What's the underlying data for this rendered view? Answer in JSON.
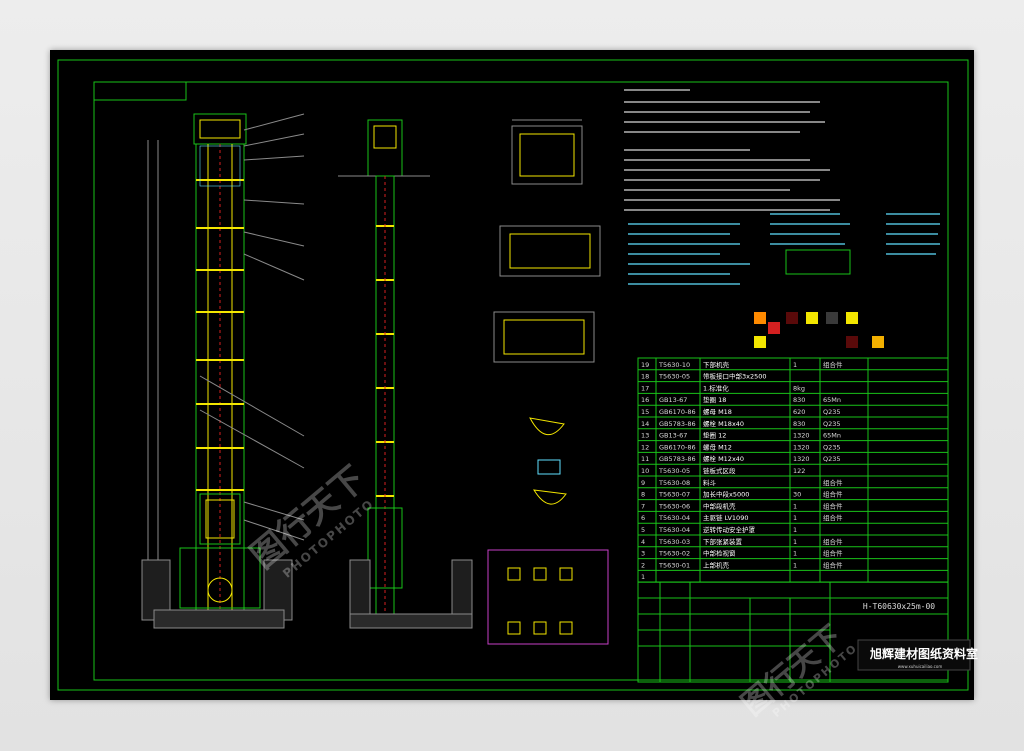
{
  "drawing": {
    "title_block_label": "旭辉建材图纸资料室",
    "drawing_number": "H-T60630x25m-00",
    "url_text": "www.xuhuicailiao.com"
  },
  "watermark": {
    "brand_cn": "图行天下",
    "brand_en": "PHOTOPHOTO"
  },
  "parts_table": {
    "rows": [
      [
        "19",
        "T5630-10",
        "下部机壳",
        "1",
        "组合件"
      ],
      [
        "18",
        "T5630-05",
        "带板接口中部3x2500",
        "",
        ""
      ],
      [
        "17",
        "",
        "1.标准化",
        "8kg",
        ""
      ],
      [
        "16",
        "GB13-67",
        "垫圈 18",
        "830",
        "65Mn"
      ],
      [
        "15",
        "GB6170-86",
        "螺母 M18",
        "620",
        "Q235"
      ],
      [
        "14",
        "GB5783-86",
        "螺栓 M18x40",
        "830",
        "Q235"
      ],
      [
        "13",
        "GB13-67",
        "垫圈 12",
        "1320",
        "65Mn"
      ],
      [
        "12",
        "GB6170-86",
        "螺母 M12",
        "1320",
        "Q235"
      ],
      [
        "11",
        "GB5783-86",
        "螺栓 M12x40",
        "1320",
        "Q235"
      ],
      [
        "10",
        "T5630-05",
        "链板式区段",
        "122",
        ""
      ],
      [
        "9",
        "T5630-08",
        "料斗",
        "",
        "组合件"
      ],
      [
        "8",
        "T5630-07",
        "加长中段x5000",
        "30",
        "组合件"
      ],
      [
        "7",
        "T5630-06",
        "中部段机壳",
        "1",
        "组合件"
      ],
      [
        "6",
        "T5630-04",
        "主驱链 LV1090",
        "1",
        "组合件"
      ],
      [
        "5",
        "T5630-04",
        "逆转传动安全护罩",
        "1",
        ""
      ],
      [
        "4",
        "T5630-03",
        "下部张紧装置",
        "1",
        "组合件"
      ],
      [
        "3",
        "T5630-02",
        "中部检视窗",
        "1",
        "组合件"
      ],
      [
        "2",
        "T5630-01",
        "上部机壳",
        "1",
        "组合件"
      ],
      [
        "1",
        "",
        "",
        "",
        ""
      ]
    ]
  },
  "colors": {
    "frame": "#19c219",
    "text_cyan": "#5fe0ff",
    "text_white": "#ffffff",
    "yellow": "#f3e600",
    "magenta": "#c640c6",
    "orange": "#ff8a00",
    "red": "#d42020",
    "grey": "#8a8a8a"
  },
  "legend_swatches": [
    "#ff8a00",
    "#d42020",
    "#5a0a0a",
    "#f3e600",
    "#3a3a3a",
    "#f3e600",
    "#f3e600",
    "#5a0a0a",
    "#f3b000"
  ]
}
